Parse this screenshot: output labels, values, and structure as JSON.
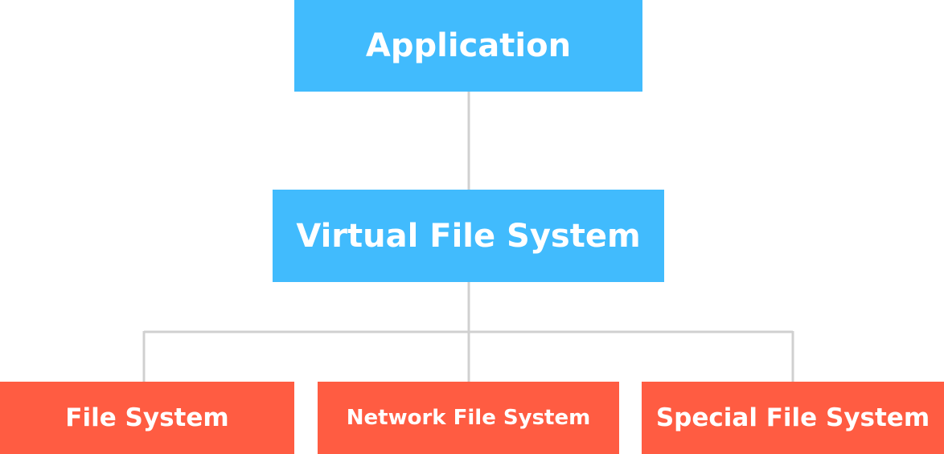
{
  "diagram": {
    "nodes": {
      "application": "Application",
      "virtual_file_system": "Virtual File System",
      "file_system": "File System",
      "network_file_system": "Network File System",
      "special_file_system": "Special File System"
    },
    "edges": [
      [
        "application",
        "virtual_file_system"
      ],
      [
        "virtual_file_system",
        "file_system"
      ],
      [
        "virtual_file_system",
        "network_file_system"
      ],
      [
        "virtual_file_system",
        "special_file_system"
      ]
    ],
    "colors": {
      "upper_layer": "#41bbfd",
      "lower_layer": "#ff5c42",
      "connector": "#d0d0d0",
      "text": "#ffffff"
    }
  }
}
